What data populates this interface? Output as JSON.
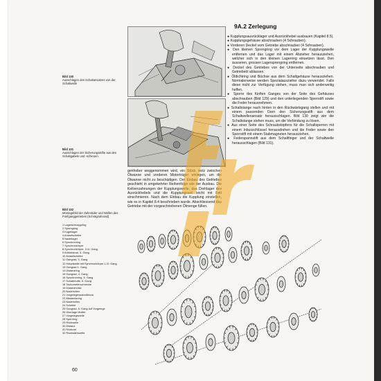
{
  "page_number": "60",
  "section_heading": "9A.2  Zerlegung",
  "fig130": {
    "title": "Bild 130",
    "text": "Ausschlagen des Schaltansatzes von der Schaltwelle"
  },
  "fig131": {
    "title": "Bild 131",
    "text": "Ausschlagen der Sicherungsstifte aus den Schaltgabeln und -schienen."
  },
  "fig132": {
    "title": "Bild 132",
    "text": "Montagebild der Zahnräder und Wellen des Fünfganggetriebes (Schrägzahnrad)",
    "legend": [
      "1 Lagerschnappring",
      "2 Sprengring",
      "3 Kugellager",
      "4 Anlaufscheibe",
      "5 Nadellager",
      "6 Synchronring",
      "7 Synchronkörper",
      "8 Synchronkörper, 3./4. Gang",
      "9 Antriebsrad, 5. Gang",
      "10 Anlaufscheibe",
      "11 Gangrad, 3. Gang",
      "12 Hauptwelle mit Synchronkörper 1./2. Gang",
      "13 Gangrad 1. Gang",
      "14 Distanzring",
      "15 Gangrad, 4. Gang",
      "16 Synchronring, 5. Gang",
      "17 Schaltmuffe, 5. Gang",
      "18 Tachometerschnecke",
      "19 Distanzhülse",
      "20 Nadelrollen",
      "21 Vorgelegeradstoßblock",
      "22 Abstandsring",
      "23 Nadelrollen",
      "24 Scheibe",
      "25 Gangrad, 5. Gang auf Vorgelege",
      "26 Überlage Mutter",
      "27 Vorgelegewelle",
      "28 Sperrring",
      "29 Rückwelle",
      "30 Distanz",
      "31 Rückrad",
      "32 Rückwärtswelle"
    ]
  },
  "col_right": [
    "● Kupplungsausrücklager und Ausrückhebel ausbauen (Kapitel 8.5).",
    "● Kupplungsgehäuse abschrauben (4 Schrauben).",
    "● Vorderen Deckel vom Getriebe abschrauben (4 Schrauben).",
    "● Den kleinen Sprengring vor dem Lager der Kupplungswelle entfernen und das Lager mit einem Abzieher herausziehen, welcher sich in den kleinen Lagerring einsetzen lässt. Den äusseren, grossen Lagersprengring entfernen.",
    "● Deckel des Getriebes von der Unterseite abschrauben und Getriebeöl ablassen.",
    "● Öldichtring und Büchse aus dem Schaltgehäuse herausziehen. Normalerweise werden Spezialauszieher dazu verwendet. Falls diese nicht zur Verfügung stehen, muss man sich anderweitig helfen.",
    "● Sperre des fünften Ganges von der Seite des Gehäuses abschrauben (Bild 129) und den unterliegenden Sperrstift sowie die Feder herausnehmen.",
    "● Schaltstange nach hinten in den Rückwärtsgang stellen und mit einem passenden Dorn den Sicherungsstift aus dem Schaltwellenansatz herausschlagen. Bild 130 zeigt wie die Schaltstange stehen muss, um die Verbindung zu lösen.",
    "● Aus einer Seite des Schraubstopfens für die Schaltsperren mit einem Inbusschlüssel herausdrehen und die Feder sowie den Sperrstift mit einem Stabmagneten herausziehen.",
    "● Federspannstift aus dem Schaltfinger und der Schaltwelle herausschlagen (Bild 131)."
  ],
  "col_mid": "genheber weggenommen wird, ein Stück Holz zwischen Ölwanne und vorderen Motorträger einlegen, um die Ölwanne nicht zu beschädigen. Der Einbau des Getriebes geschieht in umgekehrter Reihenfolge wie der Ausbau. Die Keilverzahnungen der Kupplungswelle, das Drehlager des Ausrückhebels und die Kupplungsseil leicht mit Fett einschmieren. Nach dem Einbau die Kupplung einstellen, wie es in Kapitel 8.4 beschrieben wurde. Abschliessend das Getriebe mit der vorgeschriebenen Ölmenge füllen.",
  "colors": {
    "paper": "#f7f6f2",
    "ink": "#1a1a1a",
    "watermark": "#f2a81d"
  }
}
